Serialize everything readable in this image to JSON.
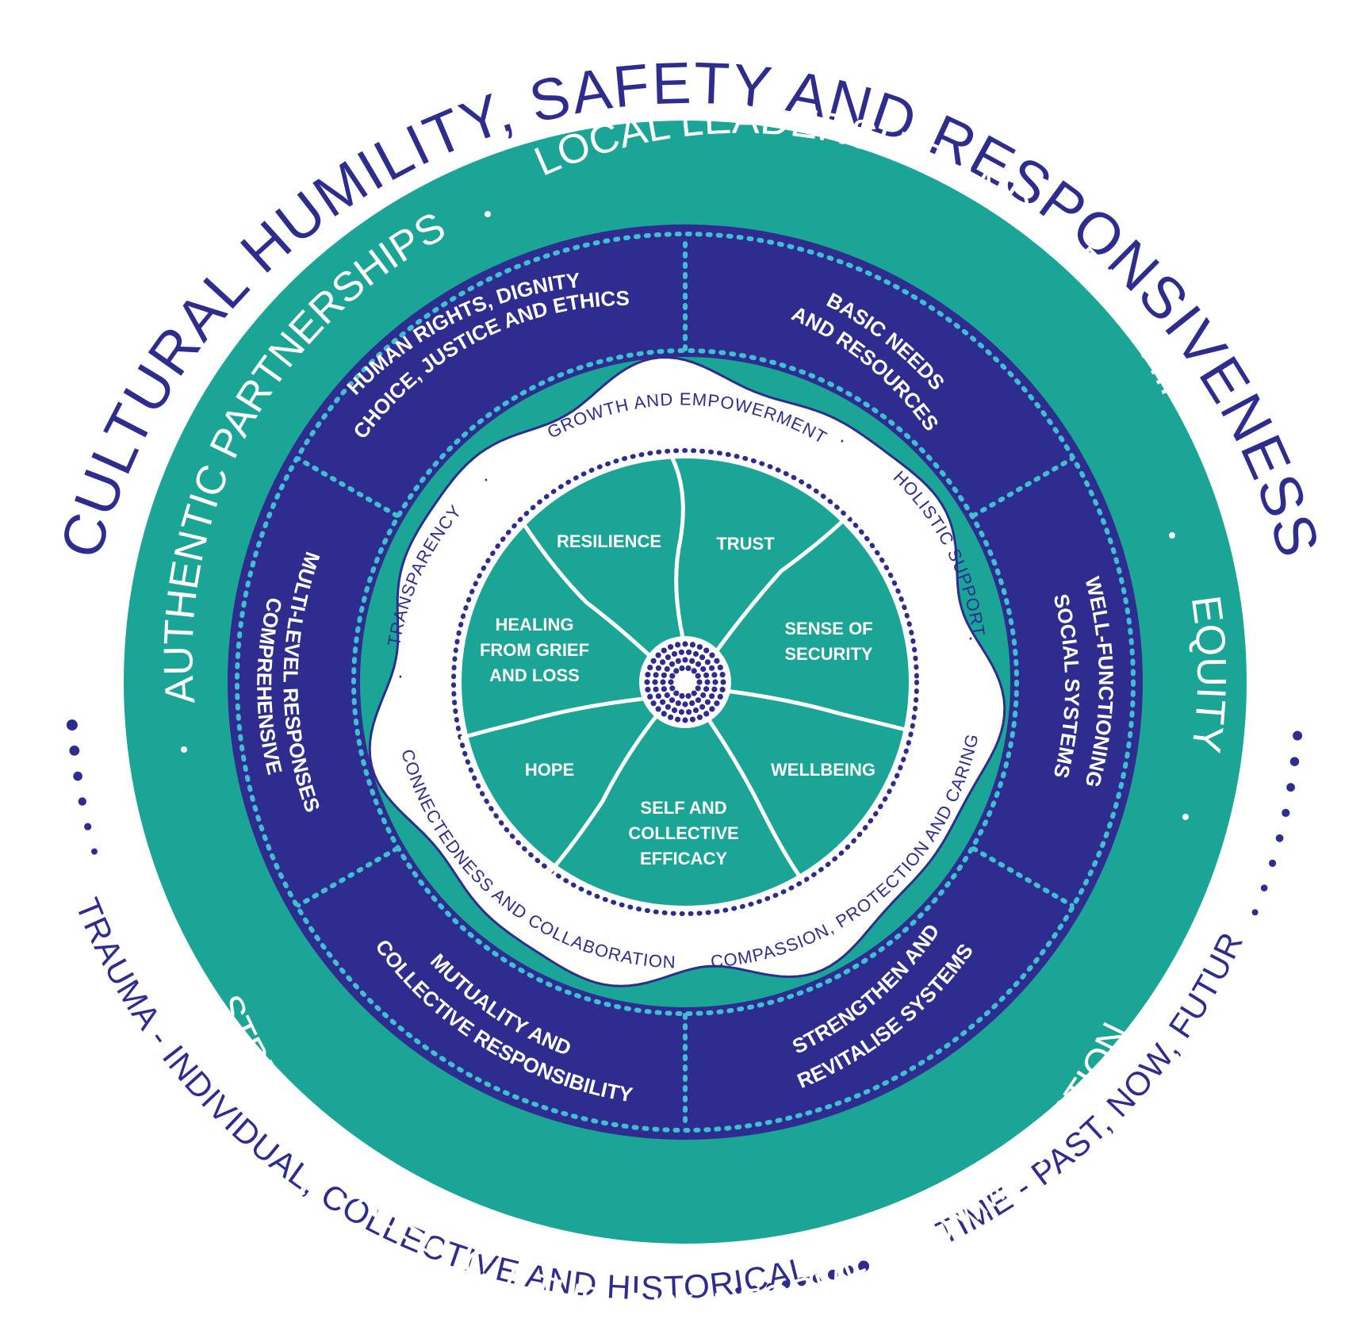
{
  "colors": {
    "navy": "#2e2d8f",
    "teal": "#1aa596",
    "light_teal": "#3fc0d2",
    "white": "#ffffff"
  },
  "outer_ring": {
    "title": "CULTURAL HUMILITY, SAFETY AND RESPONSIVENESS",
    "trauma": "TRAUMA - INDIVIDUAL, COLLECTIVE AND HISTORICAL",
    "time": "TIME - PAST, NOW, FUTURE"
  },
  "teal_ring": {
    "top": "LOCAL LEADERSHIP AND ELDERSHIP",
    "right": "EQUITY",
    "bottom": "STRENGTH-BASED, CULTURALLY INFORMED COMMUNICATION",
    "left": "AUTHENTIC PARTNERSHIPS"
  },
  "navy_ring": {
    "top_left": [
      "HUMAN RIGHTS, DIGNITY",
      "CHOICE, JUSTICE AND ETHICS"
    ],
    "top_right": [
      "BASIC NEEDS",
      "AND RESOURCES"
    ],
    "right": [
      "WELL-FUNCTIONING",
      "SOCIAL SYSTEMS"
    ],
    "bottom_right": [
      "STRENGTHEN AND",
      "REVITALISE SYSTEMS"
    ],
    "bottom_left": [
      "MUTUALITY AND",
      "COLLECTIVE RESPONSIBILITY"
    ],
    "left": [
      "MULTI-LEVEL RESPONSES",
      "COMPREHENSIVE"
    ]
  },
  "white_ring": {
    "top": "GROWTH AND EMPOWERMENT",
    "top_right": "HOLISTIC SUPPORT",
    "right": "COMPASSION, PROTECTION AND CARING",
    "bottom": "CONNECTEDNESS AND COLLABORATION",
    "left": "TRANSPARENCY",
    "separator": "·"
  },
  "core": {
    "resilience": "RESILIENCE",
    "trust": "TRUST",
    "sense_of_security": [
      "SENSE OF",
      "SECURITY"
    ],
    "wellbeing": "WELLBEING",
    "self_efficacy": [
      "SELF AND",
      "COLLECTIVE",
      "EFFICACY"
    ],
    "hope": "HOPE",
    "healing": [
      "HEALING",
      "FROM GRIEF",
      "AND LOSS"
    ]
  }
}
